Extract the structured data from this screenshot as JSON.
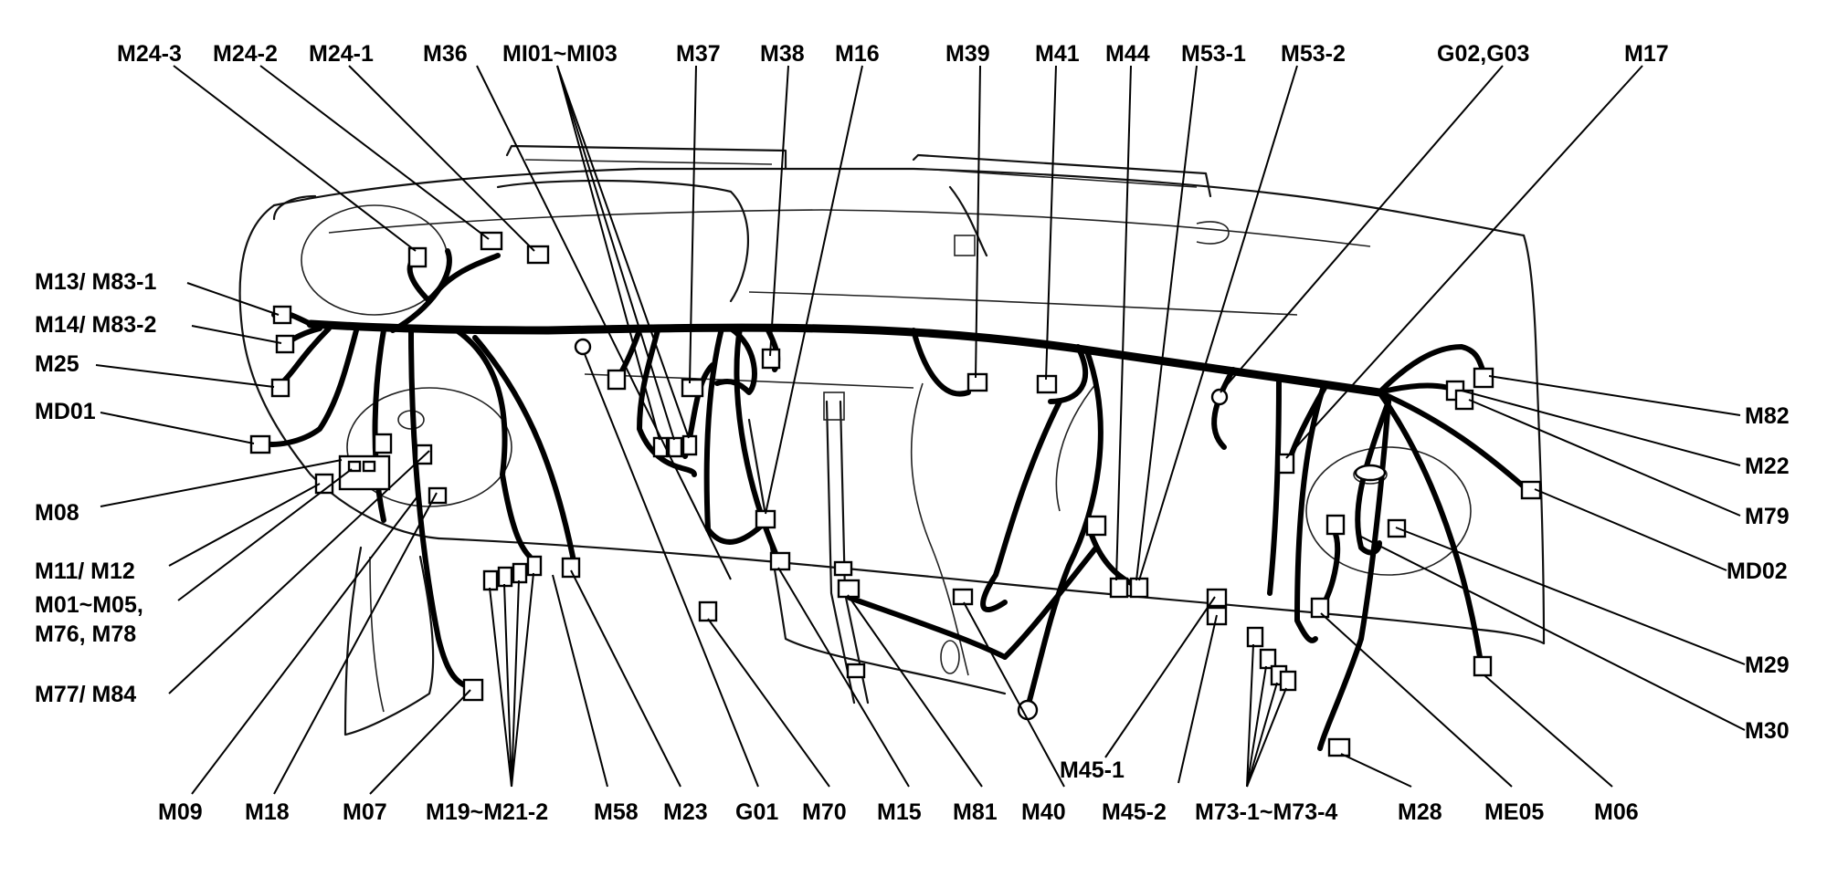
{
  "diagram": {
    "labels": [
      {
        "id": "m24-3",
        "text": "M24-3"
      },
      {
        "id": "m24-2",
        "text": "M24-2"
      },
      {
        "id": "m24-1",
        "text": "M24-1"
      },
      {
        "id": "m36",
        "text": "M36"
      },
      {
        "id": "mi01",
        "text": "MI01~MI03"
      },
      {
        "id": "m37",
        "text": "M37"
      },
      {
        "id": "m38",
        "text": "M38"
      },
      {
        "id": "m16",
        "text": "M16"
      },
      {
        "id": "m39",
        "text": "M39"
      },
      {
        "id": "m41",
        "text": "M41"
      },
      {
        "id": "m44",
        "text": "M44"
      },
      {
        "id": "m53-1",
        "text": "M53-1"
      },
      {
        "id": "m53-2",
        "text": "M53-2"
      },
      {
        "id": "g02",
        "text": "G02,G03"
      },
      {
        "id": "m17",
        "text": "M17"
      },
      {
        "id": "m13",
        "text": "M13/ M83-1"
      },
      {
        "id": "m14",
        "text": "M14/ M83-2"
      },
      {
        "id": "m25",
        "text": "M25"
      },
      {
        "id": "md01",
        "text": "MD01"
      },
      {
        "id": "m08",
        "text": "M08"
      },
      {
        "id": "m11",
        "text": "M11/ M12"
      },
      {
        "id": "m01a",
        "text": "M01~M05,"
      },
      {
        "id": "m01b",
        "text": "M76, M78"
      },
      {
        "id": "m77",
        "text": "M77/ M84"
      },
      {
        "id": "m82",
        "text": "M82"
      },
      {
        "id": "m22",
        "text": "M22"
      },
      {
        "id": "m79",
        "text": "M79"
      },
      {
        "id": "md02",
        "text": "MD02"
      },
      {
        "id": "m29",
        "text": "M29"
      },
      {
        "id": "m30",
        "text": "M30"
      },
      {
        "id": "m45-1",
        "text": "M45-1"
      },
      {
        "id": "m09",
        "text": "M09"
      },
      {
        "id": "m18",
        "text": "M18"
      },
      {
        "id": "m07",
        "text": "M07"
      },
      {
        "id": "m19",
        "text": "M19~M21-2"
      },
      {
        "id": "m58",
        "text": "M58"
      },
      {
        "id": "m23",
        "text": "M23"
      },
      {
        "id": "g01",
        "text": "G01"
      },
      {
        "id": "m70",
        "text": "M70"
      },
      {
        "id": "m15",
        "text": "M15"
      },
      {
        "id": "m81",
        "text": "M81"
      },
      {
        "id": "m40",
        "text": "M40"
      },
      {
        "id": "m45-2",
        "text": "M45-2"
      },
      {
        "id": "m73",
        "text": "M73-1~M73-4"
      },
      {
        "id": "m28",
        "text": "M28"
      },
      {
        "id": "me05",
        "text": "ME05"
      },
      {
        "id": "m06",
        "text": "M06"
      }
    ]
  }
}
